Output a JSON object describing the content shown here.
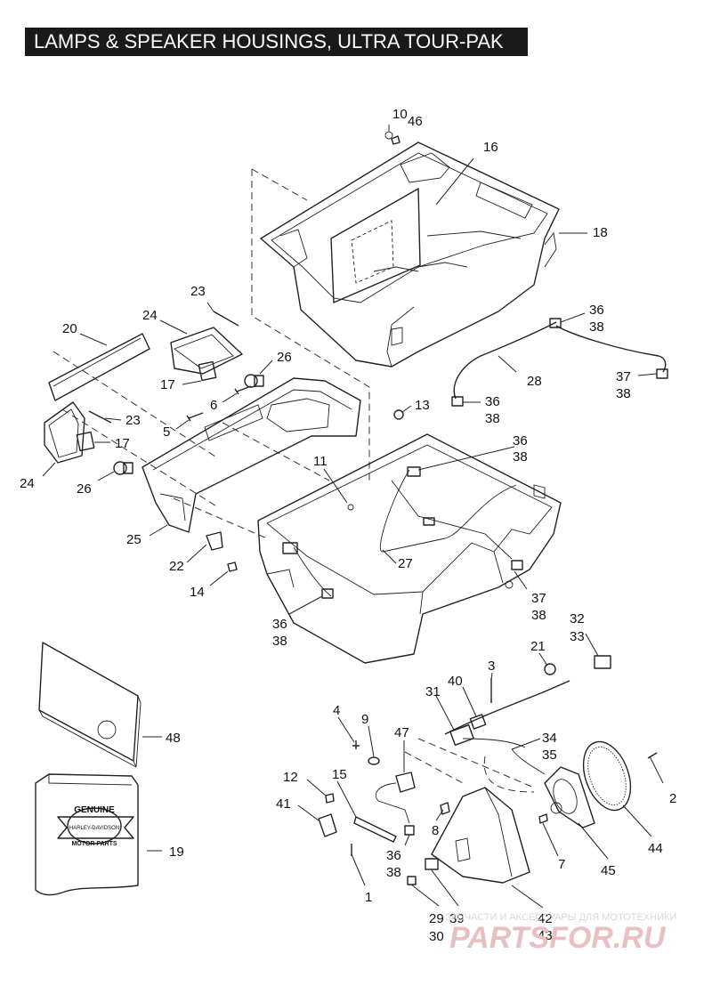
{
  "title": "LAMPS & SPEAKER HOUSINGS, ULTRA TOUR-PAK",
  "parts": [
    {
      "id": "p10",
      "label": "10"
    },
    {
      "id": "p46",
      "label": "46"
    },
    {
      "id": "p16",
      "label": "16"
    },
    {
      "id": "p18",
      "label": "18"
    },
    {
      "id": "p23a",
      "label": "23"
    },
    {
      "id": "p24a",
      "label": "24"
    },
    {
      "id": "p20",
      "label": "20"
    },
    {
      "id": "p26a",
      "label": "26"
    },
    {
      "id": "p17a",
      "label": "17"
    },
    {
      "id": "p6",
      "label": "6"
    },
    {
      "id": "p5",
      "label": "5"
    },
    {
      "id": "p23b",
      "label": "23"
    },
    {
      "id": "p17b",
      "label": "17"
    },
    {
      "id": "p24b",
      "label": "24"
    },
    {
      "id": "p26b",
      "label": "26"
    },
    {
      "id": "p25",
      "label": "25"
    },
    {
      "id": "p22",
      "label": "22"
    },
    {
      "id": "p14",
      "label": "14"
    },
    {
      "id": "p36a",
      "label": "36"
    },
    {
      "id": "p38a",
      "label": "38"
    },
    {
      "id": "p28",
      "label": "28"
    },
    {
      "id": "p37a",
      "label": "37"
    },
    {
      "id": "p38b",
      "label": "38"
    },
    {
      "id": "p36b",
      "label": "36"
    },
    {
      "id": "p38c",
      "label": "38"
    },
    {
      "id": "p13",
      "label": "13"
    },
    {
      "id": "p36c",
      "label": "36"
    },
    {
      "id": "p38d",
      "label": "38"
    },
    {
      "id": "p11",
      "label": "11"
    },
    {
      "id": "p27",
      "label": "27"
    },
    {
      "id": "p37b",
      "label": "37"
    },
    {
      "id": "p38e",
      "label": "38"
    },
    {
      "id": "p36d",
      "label": "36"
    },
    {
      "id": "p38f",
      "label": "38"
    },
    {
      "id": "p32",
      "label": "32"
    },
    {
      "id": "p33",
      "label": "33"
    },
    {
      "id": "p21",
      "label": "21"
    },
    {
      "id": "p3",
      "label": "3"
    },
    {
      "id": "p40",
      "label": "40"
    },
    {
      "id": "p31",
      "label": "31"
    },
    {
      "id": "p4",
      "label": "4"
    },
    {
      "id": "p9",
      "label": "9"
    },
    {
      "id": "p47",
      "label": "47"
    },
    {
      "id": "p34",
      "label": "34"
    },
    {
      "id": "p35",
      "label": "35"
    },
    {
      "id": "p48",
      "label": "48"
    },
    {
      "id": "p12",
      "label": "12"
    },
    {
      "id": "p15",
      "label": "15"
    },
    {
      "id": "p41",
      "label": "41"
    },
    {
      "id": "p2",
      "label": "2"
    },
    {
      "id": "p8",
      "label": "8"
    },
    {
      "id": "p36e",
      "label": "36"
    },
    {
      "id": "p38g",
      "label": "38"
    },
    {
      "id": "p7",
      "label": "7"
    },
    {
      "id": "p44",
      "label": "44"
    },
    {
      "id": "p45",
      "label": "45"
    },
    {
      "id": "p19",
      "label": "19"
    },
    {
      "id": "p1",
      "label": "1"
    },
    {
      "id": "p29",
      "label": "29"
    },
    {
      "id": "p30",
      "label": "30"
    },
    {
      "id": "p39",
      "label": "39"
    },
    {
      "id": "p42",
      "label": "42"
    },
    {
      "id": "p43",
      "label": "43"
    }
  ],
  "logo": {
    "line1": "GENUINE",
    "line2": "MOTOR PARTS",
    "badge": "HARLEY-DAVIDSON"
  },
  "watermark": {
    "text": "ЗАПЧАСТИ И АКСЕССУАРЫ ДЛЯ МОТОТЕХНИКИ",
    "logo": "PARTSFOR.RU"
  }
}
